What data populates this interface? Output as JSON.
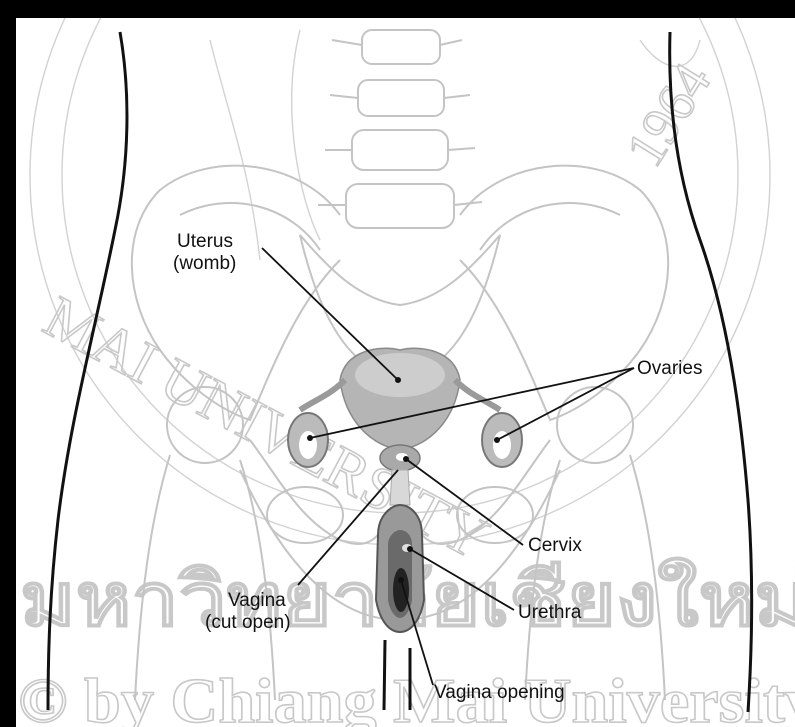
{
  "labels": {
    "uterus_line1": "Uterus",
    "uterus_line2": "(womb)",
    "ovaries": "Ovaries",
    "cervix": "Cervix",
    "vagina_line1": "Vagina",
    "vagina_line2": "(cut open)",
    "urethra": "Urethra",
    "vagina_opening": "Vagina opening"
  },
  "watermark": {
    "arc_text": "MAI UNIVERSITY",
    "year": "1964",
    "thai_text": "มหาวิทยาลัยเชียงใหม่",
    "copyright": "© by Chiang Mai University"
  },
  "colors": {
    "frame": "#000000",
    "background": "#ffffff",
    "bone_outline": "#c4c4c4",
    "organ_fill": "#b5b5b5",
    "watermark": "#c8c8c8",
    "leader_lines": "#111111"
  }
}
